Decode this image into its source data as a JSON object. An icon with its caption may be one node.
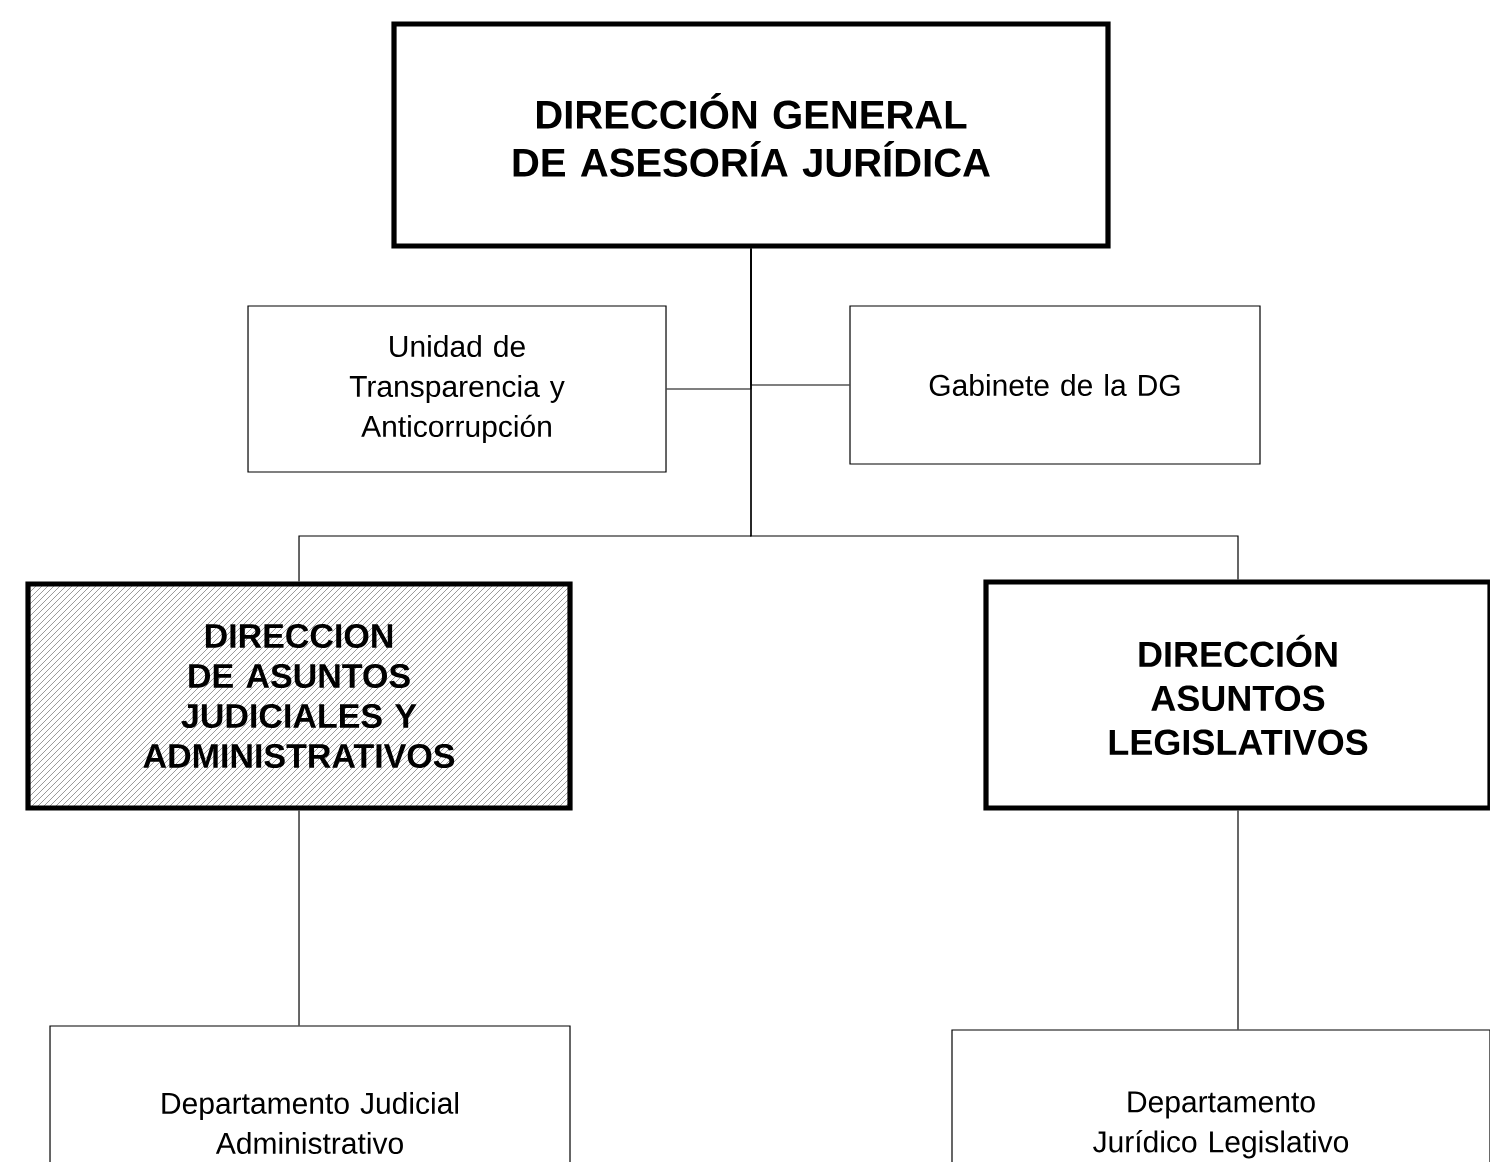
{
  "diagram": {
    "nodes": [
      {
        "text": [
          "DIRECCIÓN GENERAL DE ASESORÍA JURÍDICA"
        ]
      },
      {
        "text": [
          "Unidad de Transparencia y Anticorrupción"
        ]
      },
      {
        "text": [
          "Gabinete de la DG"
        ]
      },
      {
        "text": [
          "DIRECCION DE ASUNTOS JUDICIALES Y ADMINISTRATIVOS"
        ]
      },
      {
        "text": [
          "DIRECCIÓN ASUNTOS LEGISLATIVOS"
        ]
      },
      {
        "text": [
          "Departamento Judicial Administrativo"
        ]
      },
      {
        "text": [
          "Departamento Jurídico Legislativo"
        ]
      }
    ],
    "edges": [
      {
        "from": 0,
        "to": 1,
        "arrow": "none"
      },
      {
        "from": 0,
        "to": 2,
        "arrow": "none"
      },
      {
        "from": 0,
        "to": 3,
        "arrow": "none"
      },
      {
        "from": 0,
        "to": 4,
        "arrow": "none"
      },
      {
        "from": 3,
        "to": 5,
        "arrow": "none"
      },
      {
        "from": 4,
        "to": 6,
        "arrow": "none"
      }
    ]
  }
}
